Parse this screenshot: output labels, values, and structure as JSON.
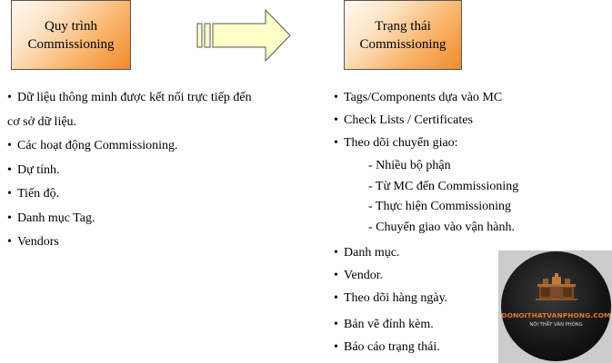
{
  "left_box": {
    "line1": "Quy trình",
    "line2": "Commissioning"
  },
  "right_box": {
    "line1": "Trạng thái",
    "line2": "Commissioning"
  },
  "left_list": [
    "Dữ liệu thông minh được kết nối trực tiếp đến",
    "cơ sở dữ liệu.",
    "Các hoạt động Commissioning.",
    "Dự tính.",
    "Tiến độ.",
    "Danh mục Tag.",
    "Vendors"
  ],
  "right_list": {
    "items_top": [
      "Tags/Components  dựa vào MC",
      "Check Lists / Certificates",
      "Theo dõi chuyển giao:"
    ],
    "sub_items": [
      "- Nhiều bộ phận",
      "- Từ MC đến Commissioning",
      "- Thực hiện Commissioning",
      "- Chuyển giao vào vận hành."
    ],
    "items_bottom": [
      "Danh mục.",
      "Vendor.",
      "Theo dõi hàng ngày.",
      "Bản vẽ đính kèm.",
      "Báo cáo trạng thái."
    ]
  },
  "bullet": "•",
  "logo": {
    "brand": "DONOITHATVANPHONG.COM",
    "tagline": "NỘI THẤT VĂN PHÒNG"
  },
  "colors": {
    "box_gradient_end": "#f28a2c",
    "arrow_fill": "#ffffc8",
    "logo_accent": "#e07a2c"
  }
}
